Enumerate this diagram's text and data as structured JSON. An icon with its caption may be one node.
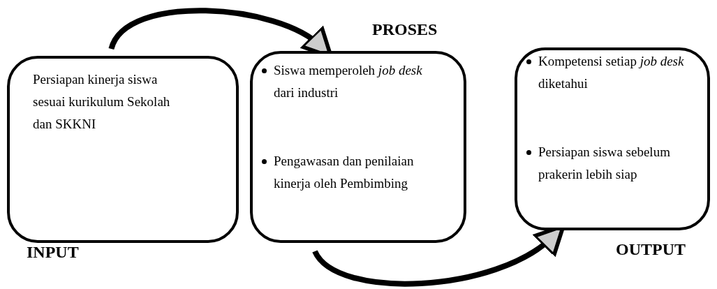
{
  "diagram": {
    "nodes": [
      {
        "text": [
          "Persiapan kinerja siswa sesuai kurikulum Sekolah dan SKKNI",
          "INPUT"
        ]
      },
      {
        "text": [
          "PROSES",
          "Siswa memperoleh *job desk* dari industri",
          "Pengawasan dan penilaian kinerja oleh Pembimbing"
        ]
      },
      {
        "text": [
          "Kompetensi setiap *job desk* diketahui",
          "Persiapan siswa sebelum prakerin lebih siap",
          "OUTPUT"
        ]
      }
    ],
    "edges": [
      {
        "from": 0,
        "to": 1,
        "arrow": "to"
      },
      {
        "from": 1,
        "to": 2,
        "arrow": "to"
      }
    ]
  }
}
